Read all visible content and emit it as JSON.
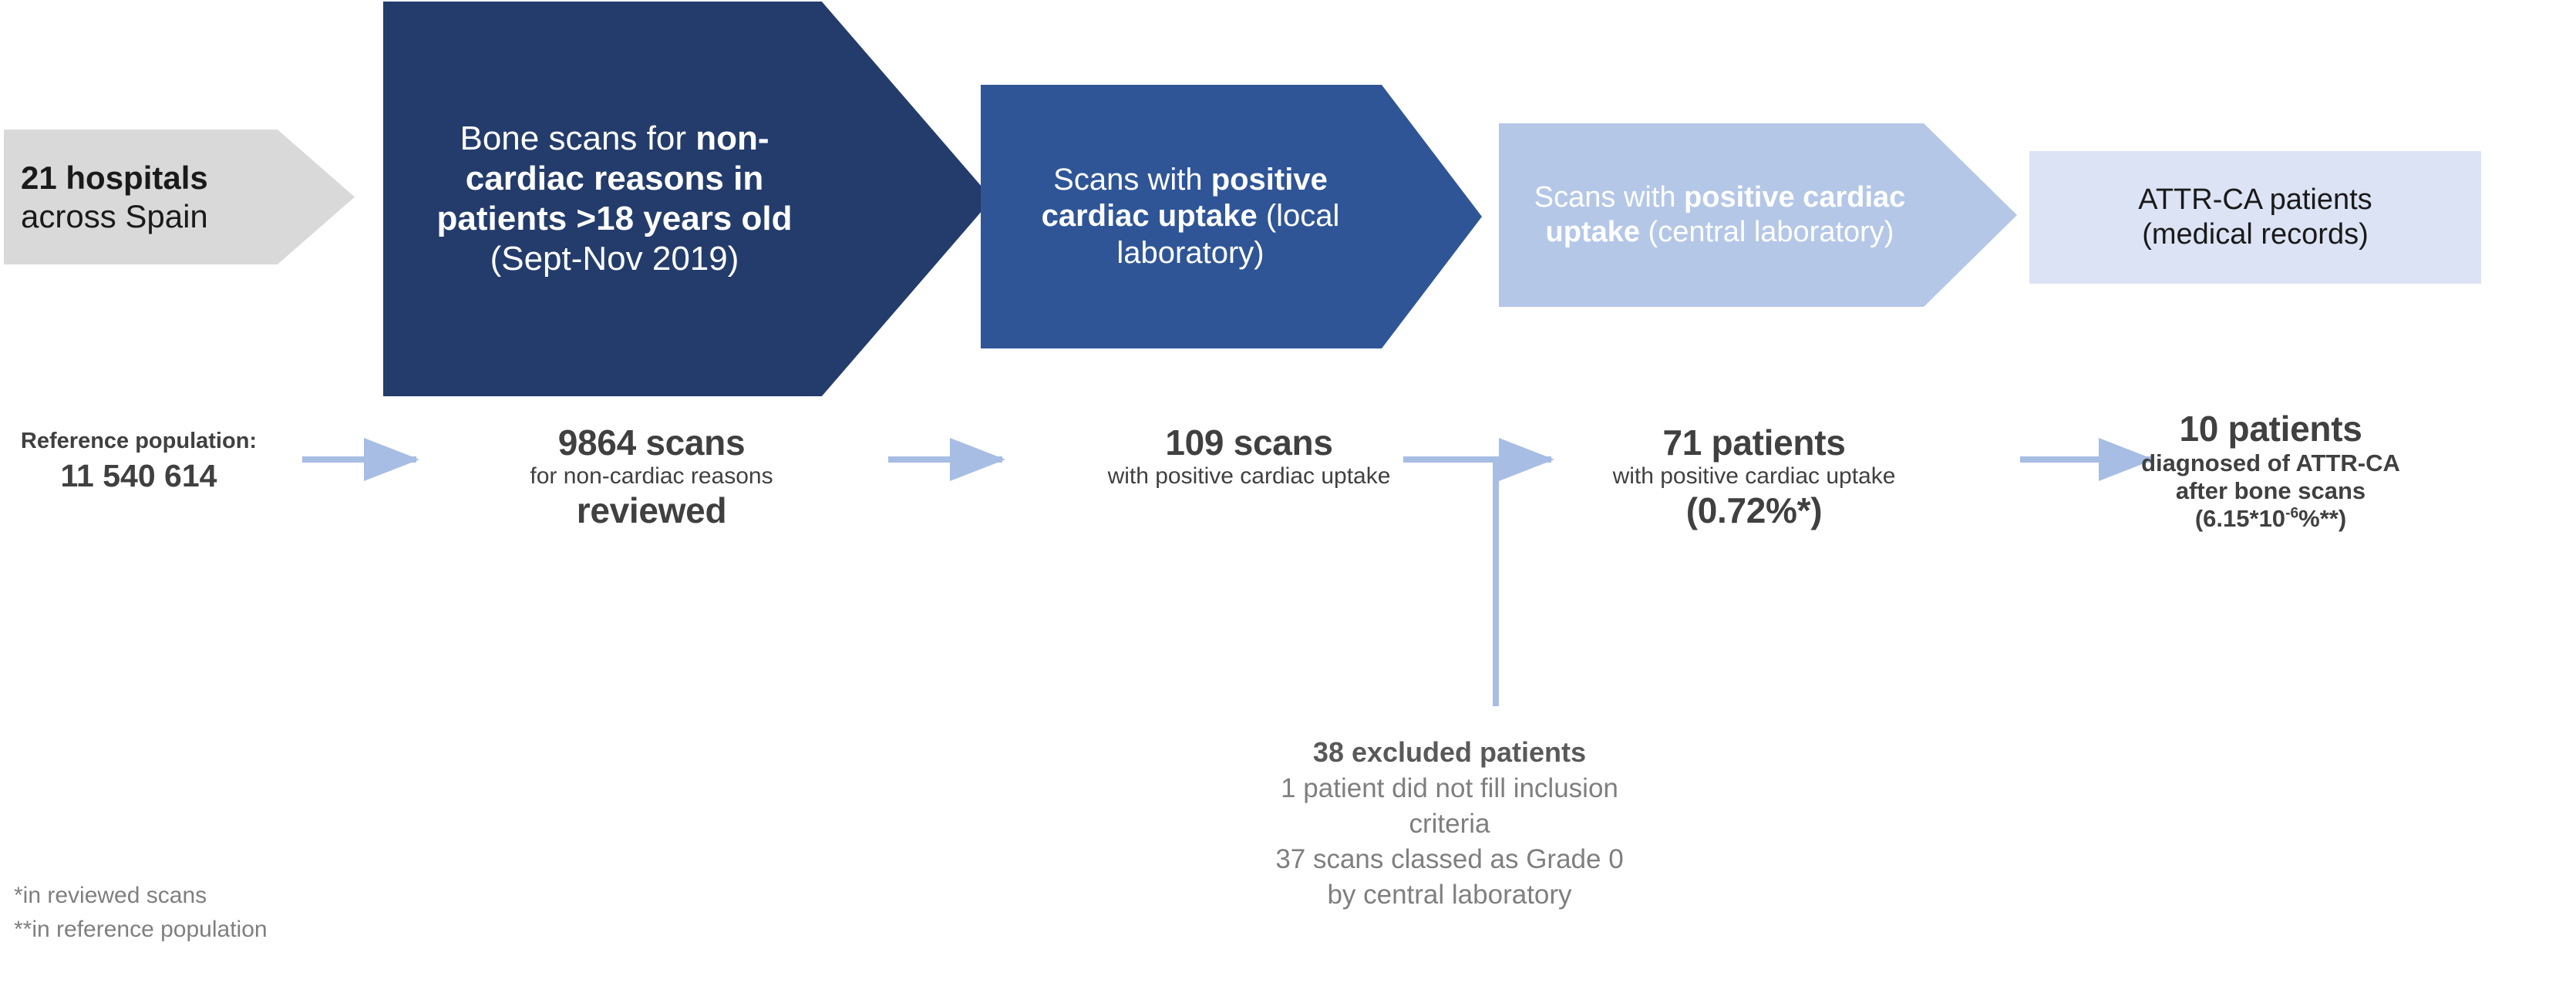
{
  "diagram": {
    "title": "ATTR-CA bone scan screening flow",
    "colors": {
      "gray_stage": "#D9D9D9",
      "navy_stage": "#233C6B",
      "blue_stage": "#2F5597",
      "light_blue_stage": "#B4C7E7",
      "pale_blue_stage": "#DCE3F4",
      "connector_arrow": "#A7BDE4",
      "body_text": "#404040",
      "muted_text": "#7F7F7F"
    }
  },
  "stages": [
    {
      "id": "hospitals",
      "shape": "pentagon-arrow",
      "line1_bold": "21 hospitals",
      "line2": "across Spain"
    },
    {
      "id": "bone-scans",
      "shape": "chevron",
      "text_regular_1": "Bone scans for ",
      "text_bold_1": "non-cardiac reasons in patients >18 years old",
      "text_regular_2": " (Sept-Nov 2019)"
    },
    {
      "id": "local-scans",
      "shape": "chevron",
      "text_regular_1": "Scans with ",
      "text_bold_1": "positive cardiac uptake",
      "text_regular_2": " (local laboratory)"
    },
    {
      "id": "central-scans",
      "shape": "chevron",
      "text_regular_1": "Scans with ",
      "text_bold_1": "positive cardiac uptake",
      "text_regular_2": " (central laboratory)"
    },
    {
      "id": "attr-ca",
      "shape": "rectangle",
      "line1": "ATTR-CA patients",
      "line2": "(medical records)"
    }
  ],
  "counts": {
    "reference": {
      "label": "Reference population:",
      "value": "11 540 614"
    },
    "scans_reviewed": {
      "value": "9864 scans",
      "line2": "for non-cardiac reasons",
      "line3": "reviewed"
    },
    "scans_positive": {
      "value": "109 scans",
      "line2": "with positive cardiac uptake"
    },
    "patients_positive": {
      "value": "71 patients",
      "line2": "with positive cardiac uptake",
      "line3": "(0.72%*)"
    },
    "patients_diagnosed": {
      "value": "10 patients",
      "line2": "diagnosed of ATTR-CA",
      "line3": "after bone scans",
      "line4_prefix": "(6.15*10",
      "line4_sup": "-6",
      "line4_suffix": "%**)"
    }
  },
  "excluded": {
    "title": "38 excluded patients",
    "lines": [
      "1 patient did not fill inclusion",
      "criteria",
      "37 scans classed as Grade 0",
      "by central laboratory"
    ]
  },
  "footnotes": [
    "*in reviewed scans",
    "**in reference population"
  ],
  "chart_data": {
    "type": "table",
    "title": "ATTR-CA screening cascade (Spain, Sept-Nov 2019)",
    "categories": [
      "Reference population",
      "Scans reviewed",
      "Scans with positive cardiac uptake (local)",
      "Patients with positive cardiac uptake (central)",
      "Patients diagnosed of ATTR-CA"
    ],
    "values": [
      11540614,
      9864,
      109,
      71,
      10
    ],
    "annotations": [
      "71 patients = 0.72% of reviewed scans",
      "10 patients = 6.15*10^-6 % of reference population",
      "38 excluded patients: 1 did not fill inclusion criteria, 37 scans classed as Grade 0 by central laboratory"
    ]
  }
}
